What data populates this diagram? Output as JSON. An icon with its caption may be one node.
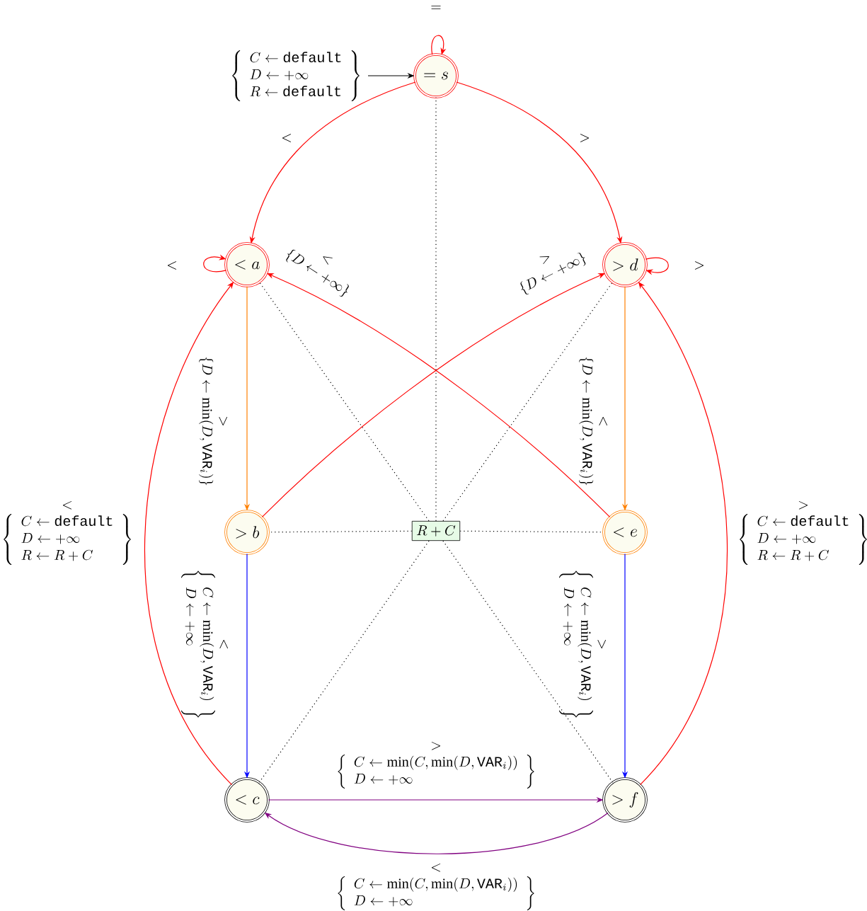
{
  "diagram": {
    "nodes": [
      {
        "text": [
          "= s"
        ]
      },
      {
        "text": [
          "< a"
        ]
      },
      {
        "text": [
          "> d"
        ]
      },
      {
        "text": [
          "> b"
        ]
      },
      {
        "text": [
          "R + C"
        ]
      },
      {
        "text": [
          "< e"
        ]
      },
      {
        "text": [
          "< c"
        ]
      },
      {
        "text": [
          "> f"
        ]
      }
    ],
    "edges": [
      {
        "from": null,
        "to": 0,
        "arrow": "to",
        "color": "#000000",
        "label": "\\left\\{\\begin{array}{l}C \\leftarrow \\texttt{default}\\\\ D \\leftarrow +\\infty\\\\ R \\leftarrow \\texttt{default}\\end{array}\\right\\}"
      },
      {
        "from": 0,
        "to": 0,
        "arrow": "to",
        "label": "="
      },
      {
        "from": 0,
        "to": 1,
        "arrow": "to",
        "label": "<"
      },
      {
        "from": 0,
        "to": 2,
        "arrow": "to",
        "label": ">"
      },
      {
        "from": 1,
        "to": 1,
        "arrow": "to",
        "label": "<"
      },
      {
        "from": 2,
        "to": 2,
        "arrow": "to",
        "label": ">"
      },
      {
        "from": 1,
        "to": 3,
        "arrow": "to",
        "color": "#ff8000",
        "label": "\\begin{array}{c}>\\\\ \\{D \\leftarrow \\min(D, \\texttt{VAR}_i)\\}\\end{array}"
      },
      {
        "from": 2,
        "to": 5,
        "arrow": "to",
        "color": "#ff8000",
        "label": "\\begin{array}{c}<\\\\ \\{D \\leftarrow \\min(D, \\texttt{VAR}_i)\\}\\end{array}"
      },
      {
        "from": 3,
        "to": 2,
        "arrow": "to",
        "label": "\\begin{array}{c}>\\\\ \\{D \\leftarrow +\\infty\\}\\end{array}"
      },
      {
        "from": 5,
        "to": 1,
        "arrow": "to",
        "label": "\\begin{array}{c}<\\\\ \\{D \\leftarrow +\\infty\\}\\end{array}"
      },
      {
        "from": 3,
        "to": 6,
        "arrow": "to",
        "color": "#0000ff",
        "label": "\\begin{array}{c}<\\\\ \\left\\{\\begin{array}{l}C \\leftarrow \\min(D, \\texttt{VAR}_i)\\\\ D \\leftarrow +\\infty\\end{array}\\right\\}\\end{array}"
      },
      {
        "from": 5,
        "to": 7,
        "arrow": "to",
        "color": "#0000ff",
        "label": "\\begin{array}{c}>\\\\ \\left\\{\\begin{array}{l}C \\leftarrow \\min(D, \\texttt{VAR}_i)\\\\ D \\leftarrow +\\infty\\end{array}\\right\\}\\end{array}"
      },
      {
        "from": 6,
        "to": 1,
        "arrow": "to",
        "label": "\\begin{array}{c}<\\\\ \\left\\{\\begin{array}{l}C \\leftarrow \\texttt{default}\\\\ D \\leftarrow +\\infty\\\\ R \\leftarrow R + C\\end{array}\\right\\}\\end{array}"
      },
      {
        "from": 7,
        "to": 2,
        "arrow": "to",
        "label": "\\begin{array}{c}>\\\\ \\left\\{\\begin{array}{l}C \\leftarrow \\texttt{default}\\\\ D \\leftarrow +\\infty\\\\ R \\leftarrow R + C\\end{array}\\right\\}\\end{array}"
      },
      {
        "from": 6,
        "to": 7,
        "arrow": "to",
        "color": "#800080",
        "label": "\\begin{array}{c}>\\\\ \\left\\{\\begin{array}{l}C \\leftarrow \\min(C, \\min(D, \\texttt{VAR}_i))\\\\ D \\leftarrow +\\infty\\end{array}\\right\\}\\end{array}"
      },
      {
        "from": 7,
        "to": 6,
        "arrow": "to",
        "color": "#800080",
        "label": "\\begin{array}{c}<\\\\ \\left\\{\\begin{array}{l}C \\leftarrow \\min(C, \\min(D, \\texttt{VAR}_i))\\\\ D \\leftarrow +\\infty\\end{array}\\right\\}\\end{array}"
      },
      {
        "from": 4,
        "to": 0,
        "arrow": "none",
        "style": "dashed",
        "color": "#000000"
      },
      {
        "from": 4,
        "to": 1,
        "arrow": "none",
        "style": "dashed",
        "color": "#000000"
      },
      {
        "from": 4,
        "to": 2,
        "arrow": "none",
        "style": "dashed",
        "color": "#000000"
      },
      {
        "from": 4,
        "to": 3,
        "arrow": "none",
        "style": "dashed",
        "color": "#000000"
      },
      {
        "from": 4,
        "to": 5,
        "arrow": "none",
        "style": "dashed",
        "color": "#000000"
      },
      {
        "from": 4,
        "to": 6,
        "arrow": "none",
        "style": "dashed",
        "color": "#000000"
      },
      {
        "from": 4,
        "to": 7,
        "arrow": "none",
        "style": "dashed",
        "color": "#000000"
      }
    ]
  }
}
